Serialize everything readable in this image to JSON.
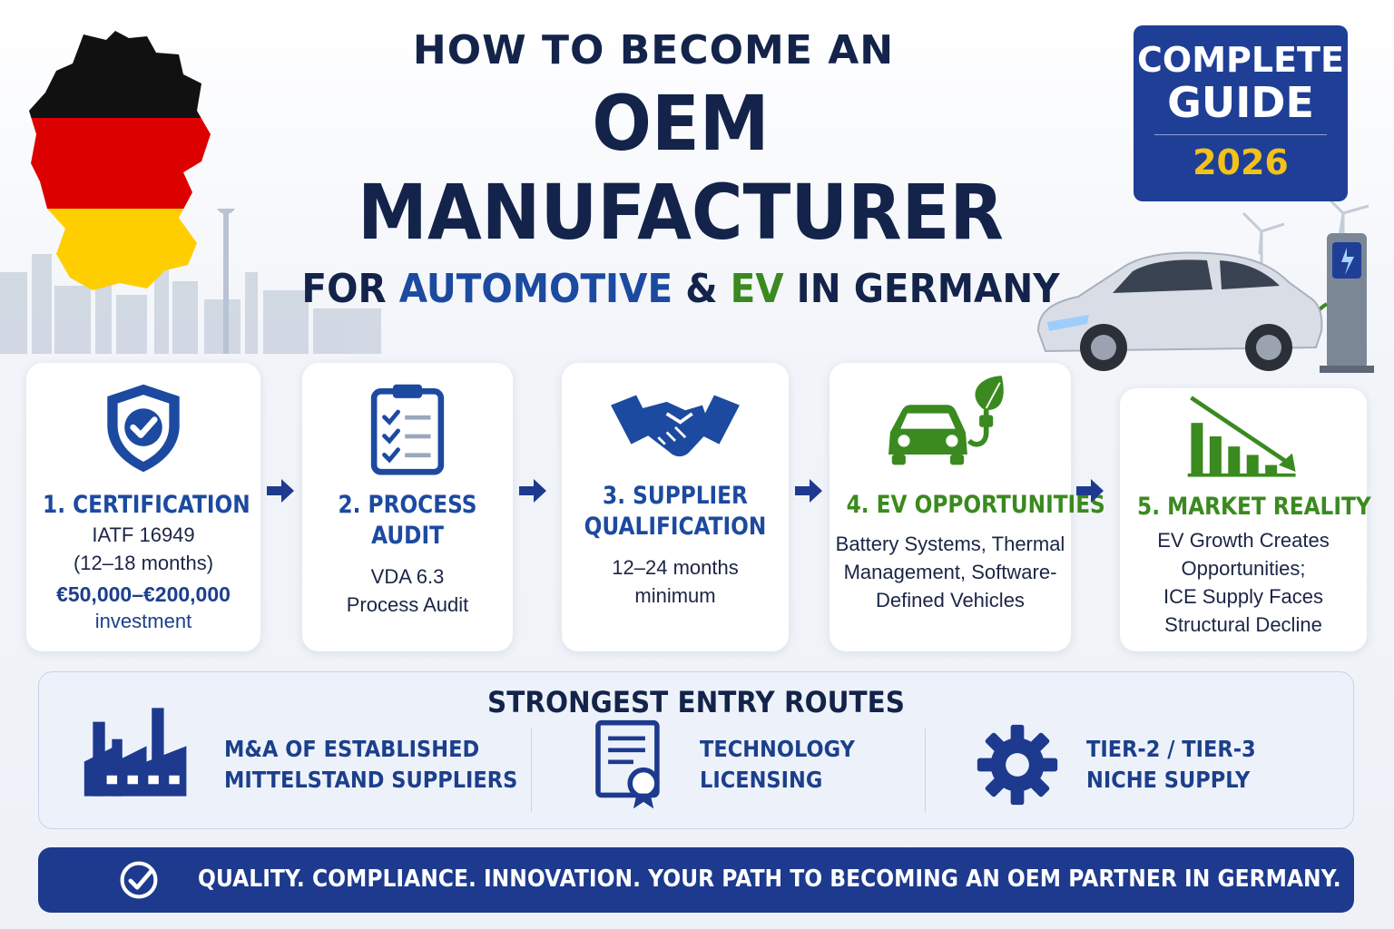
{
  "header": {
    "line1": "HOW TO BECOME AN",
    "line2": "OEM MANUFACTURER",
    "line3_pre": "FOR ",
    "line3_blue": "AUTOMOTIVE",
    "line3_amp": " & ",
    "line3_green": "EV",
    "line3_post": " IN GERMANY"
  },
  "badge": {
    "line1": "COMPLETE",
    "line2": "GUIDE",
    "year": "2026"
  },
  "steps": [
    {
      "title": "1. CERTIFICATION",
      "lines": [
        "IATF 16949",
        "(12–18 months)"
      ],
      "cost": "€50,000–€200,000",
      "cost_note": "investment",
      "icon": "shield-check-icon"
    },
    {
      "title_l1": "2. PROCESS",
      "title_l2": "AUDIT",
      "lines": [
        "VDA 6.3",
        "Process Audit"
      ],
      "icon": "clipboard-checklist-icon"
    },
    {
      "title_l1": "3. SUPPLIER",
      "title_l2": "QUALIFICATION",
      "lines": [
        "12–24 months",
        "minimum"
      ],
      "icon": "handshake-icon"
    },
    {
      "title": "4. EV OPPORTUNITIES",
      "lines": [
        "Battery Systems, Thermal",
        "Management, Software-",
        "Defined Vehicles"
      ],
      "icon": "ev-car-plug-icon"
    },
    {
      "title": "5. MARKET REALITY",
      "lines": [
        "EV Growth Creates",
        "Opportunities;",
        "ICE Supply Faces",
        "Structural Decline"
      ],
      "icon": "declining-chart-icon"
    }
  ],
  "routes": {
    "title": "STRONGEST ENTRY ROUTES",
    "items": [
      {
        "l1": "M&A OF ESTABLISHED",
        "l2": "MITTELSTAND SUPPLIERS",
        "icon": "factory-icon"
      },
      {
        "l1": "TECHNOLOGY",
        "l2": "LICENSING",
        "icon": "certificate-icon"
      },
      {
        "l1": "TIER-2 / TIER-3",
        "l2": "NICHE SUPPLY",
        "icon": "gear-icon"
      }
    ]
  },
  "footer": {
    "text": "QUALITY. COMPLIANCE. INNOVATION. YOUR PATH TO BECOMING AN OEM PARTNER IN GERMANY."
  },
  "colors": {
    "navy": "#1d3a8f",
    "blue": "#1c4aa0",
    "green": "#3a8a1f",
    "gold": "#f2c21b",
    "flag_black": "#111111",
    "flag_red": "#dd0000",
    "flag_gold": "#ffce00"
  }
}
